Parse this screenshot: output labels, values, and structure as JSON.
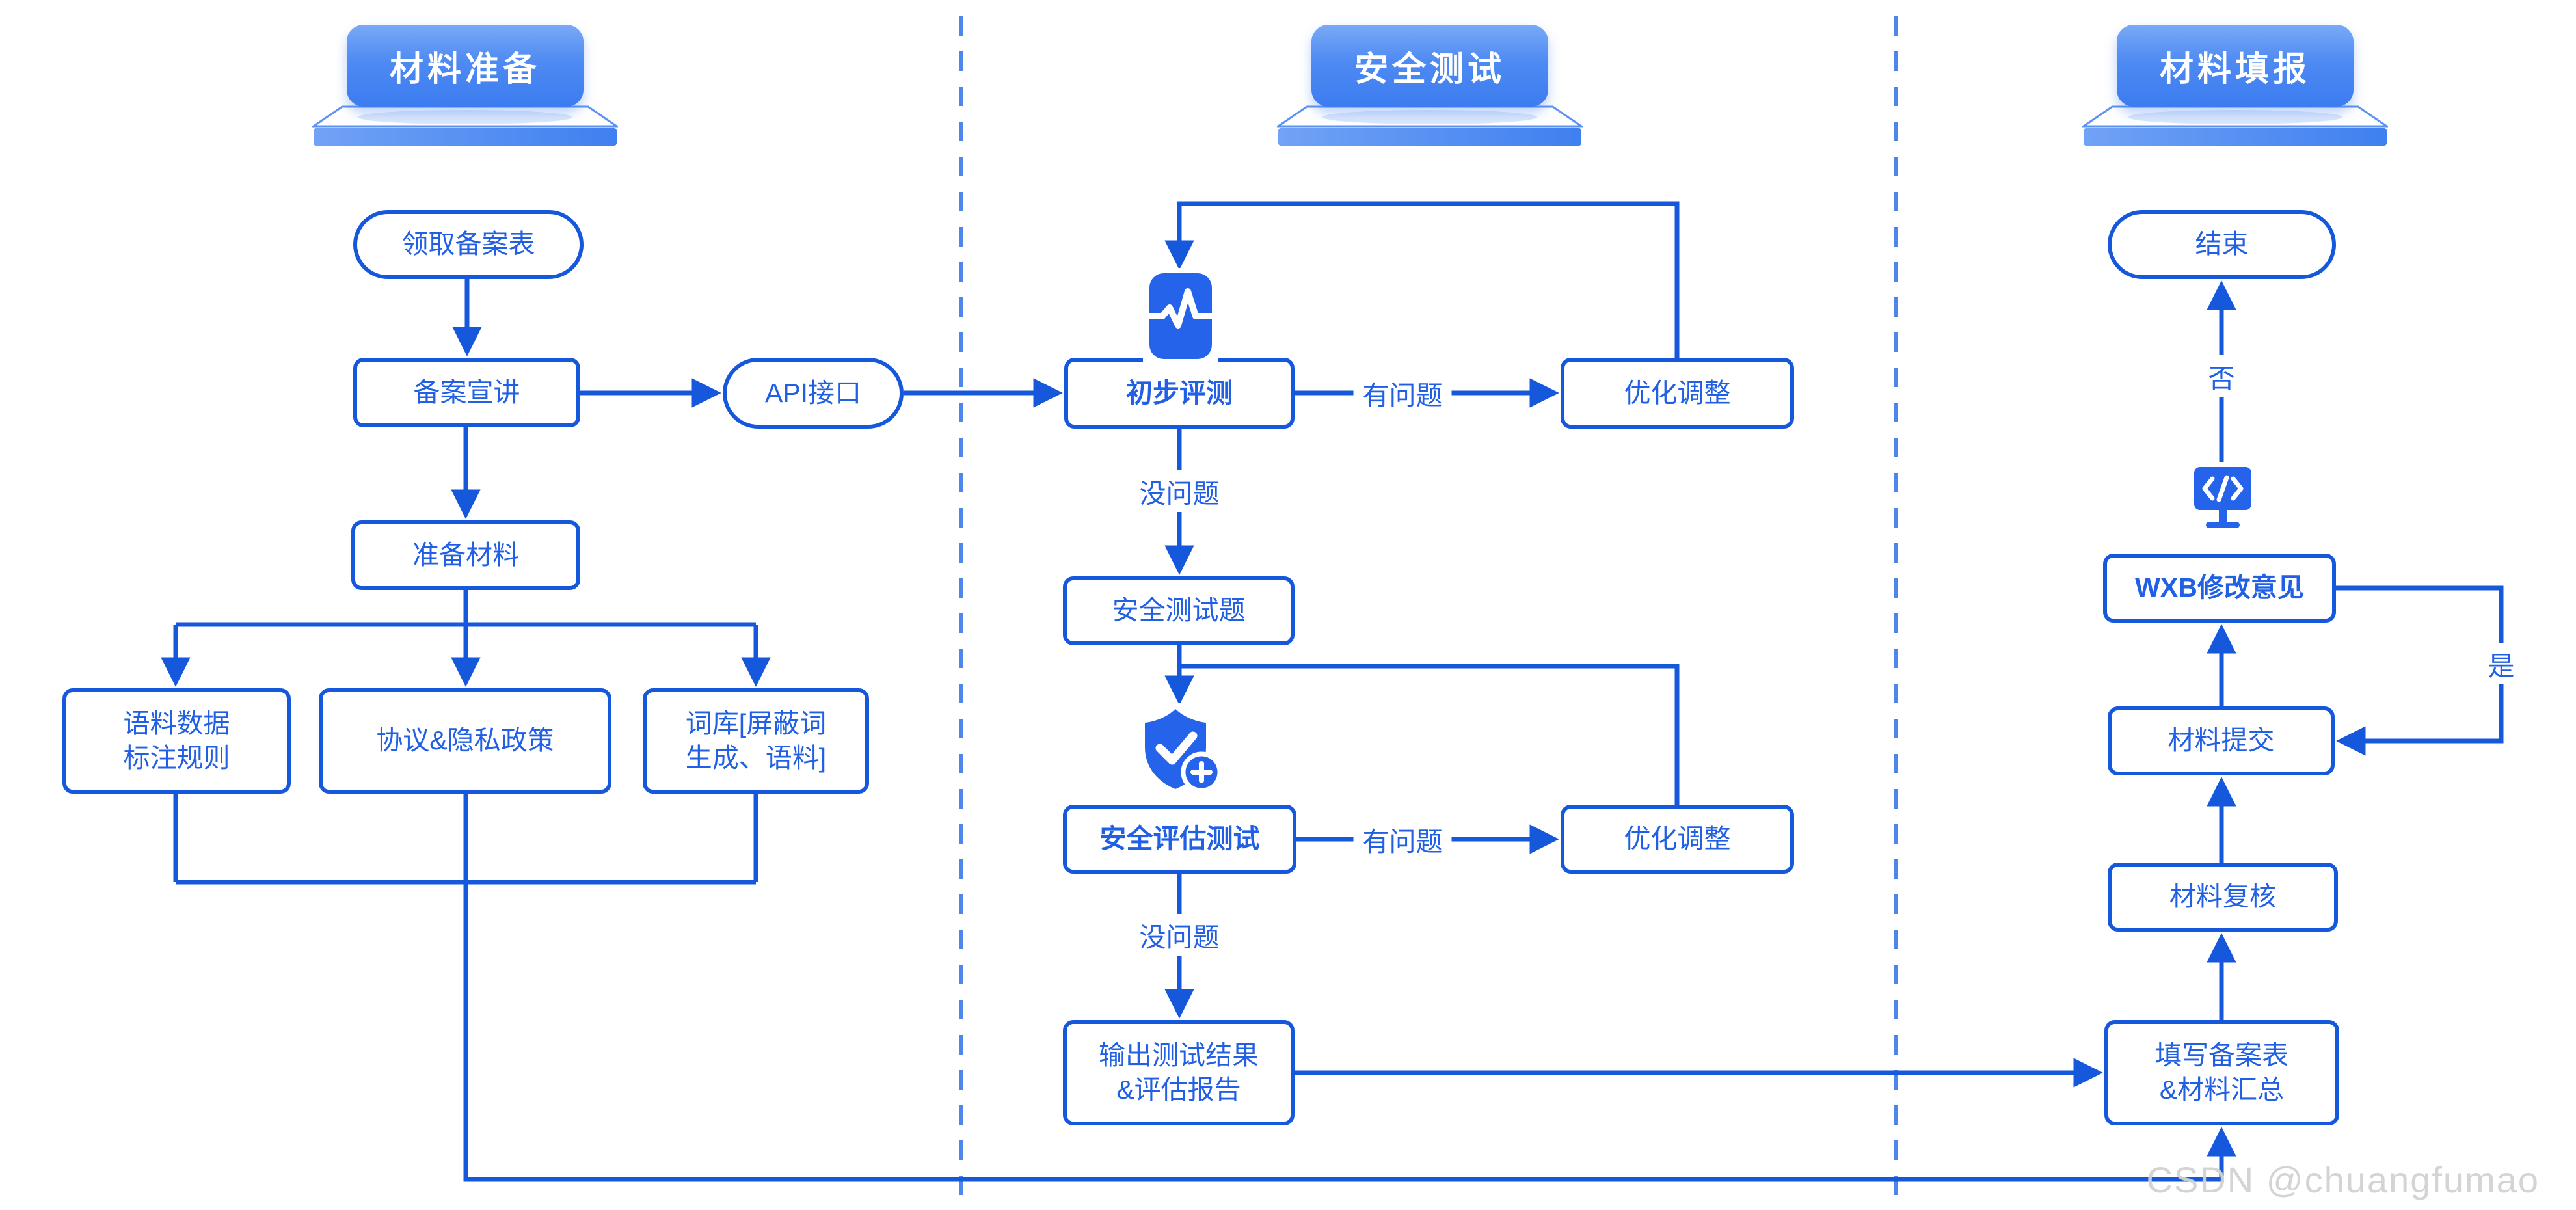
{
  "sections": [
    {
      "title": "材料准备"
    },
    {
      "title": "安全测试"
    },
    {
      "title": "材料填报"
    }
  ],
  "nodes": {
    "receive_form": {
      "label": "领取备案表"
    },
    "filing_briefing": {
      "label": "备案宣讲"
    },
    "api_interface": {
      "label": "API接口"
    },
    "prepare_materials": {
      "label": "准备材料"
    },
    "corpus_rules": {
      "lines": [
        "语料数据",
        "标注规则"
      ]
    },
    "privacy_policy": {
      "label": "协议&隐私政策"
    },
    "lexicon": {
      "lines": [
        "词库[屏蔽词",
        "生成、语料]"
      ]
    },
    "preliminary_eval": {
      "label": "初步评测"
    },
    "optimize_adjust_1": {
      "label": "优化调整"
    },
    "security_questions": {
      "label": "安全测试题"
    },
    "security_assessment": {
      "label": "安全评估测试"
    },
    "optimize_adjust_2": {
      "label": "优化调整"
    },
    "output_report": {
      "lines": [
        "输出测试结果",
        "&评估报告"
      ]
    },
    "end": {
      "label": "结束"
    },
    "wxb_feedback": {
      "label": "WXB修改意见"
    },
    "material_submit": {
      "label": "材料提交"
    },
    "material_review": {
      "label": "材料复核"
    },
    "fill_filing_form": {
      "lines": [
        "填写备案表",
        "&材料汇总"
      ]
    }
  },
  "edge_labels": {
    "has_issue_1": "有问题",
    "no_issue_1": "没问题",
    "has_issue_2": "有问题",
    "no_issue_2": "没问题",
    "no": "否",
    "yes": "是"
  },
  "icons": {
    "pulse": "pulse-monitor-icon",
    "shield": "shield-check-plus-icon",
    "monitor": "code-monitor-icon"
  },
  "watermark": "CSDN @chuangfumao",
  "colors": {
    "line": "#1658dc",
    "node_text": "#2160e4",
    "icon_fill": "#2563eb",
    "header_gradient_top": "#7aaaf7",
    "header_gradient_bottom": "#3c7cf0",
    "divider": "#4f86ea",
    "watermark_gray": "#d2d2d2"
  }
}
